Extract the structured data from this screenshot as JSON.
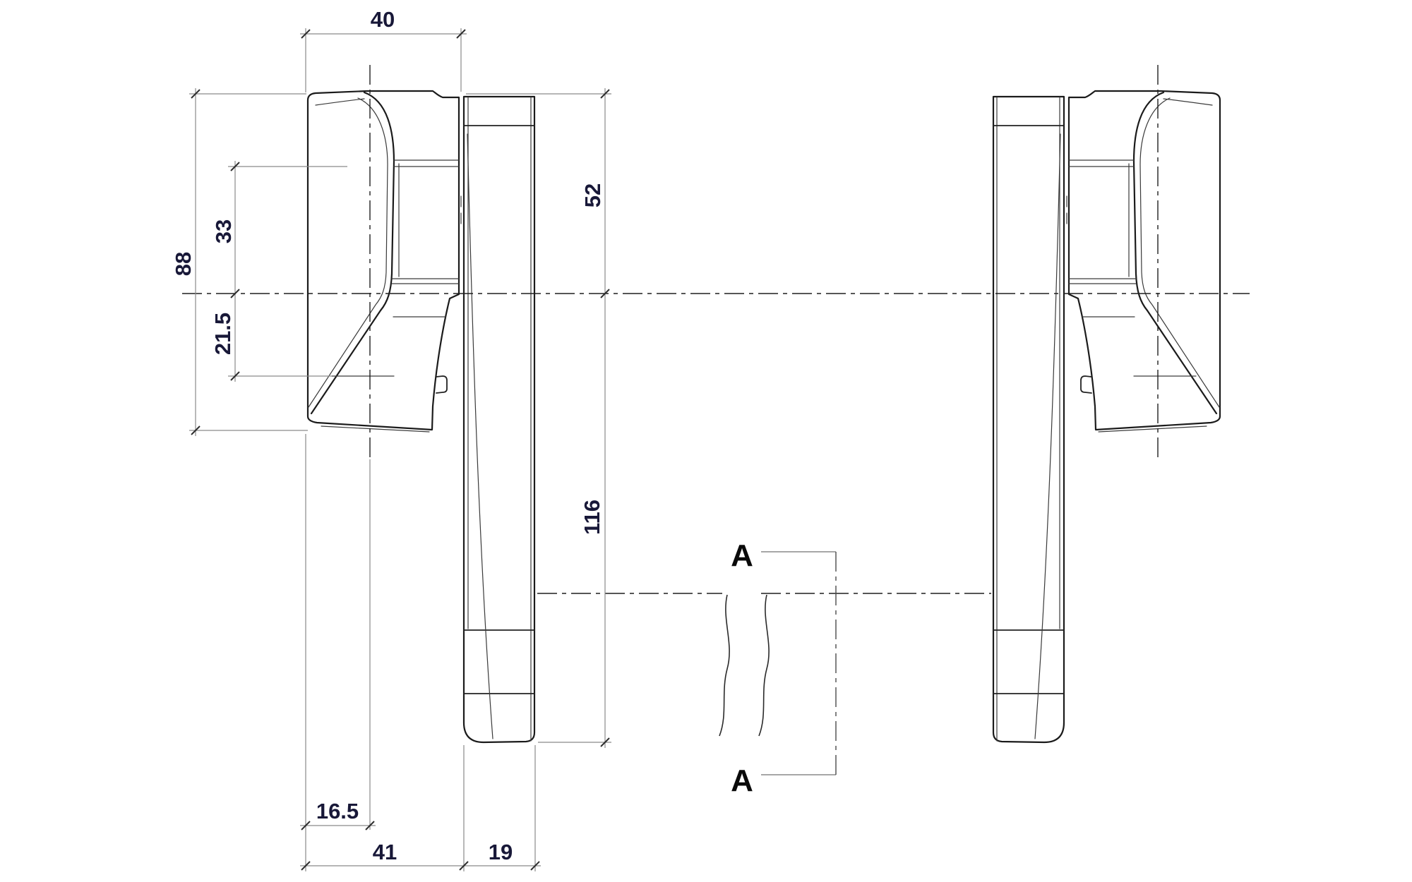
{
  "dim_labels": {
    "cap_width": "40",
    "overall_height": "88",
    "axis_to_recess_top": "33",
    "axis_to_cap_bottom": "21.5",
    "top_to_axis": "52",
    "axis_to_lever_end": "116",
    "face_to_axis": "16.5",
    "face_to_grip": "41",
    "grip_depth": "19"
  },
  "section_labels": {
    "top": "A",
    "bottom": "A"
  },
  "colors": {
    "background": "#ffffff",
    "outline": "#1b1b1b",
    "thin_line": "#3a3a3a",
    "dimension_line": "#8a8a8a",
    "centerline": "#1f1f1f",
    "dimension_text": "#181838",
    "section_text": "#0a0a0a"
  }
}
